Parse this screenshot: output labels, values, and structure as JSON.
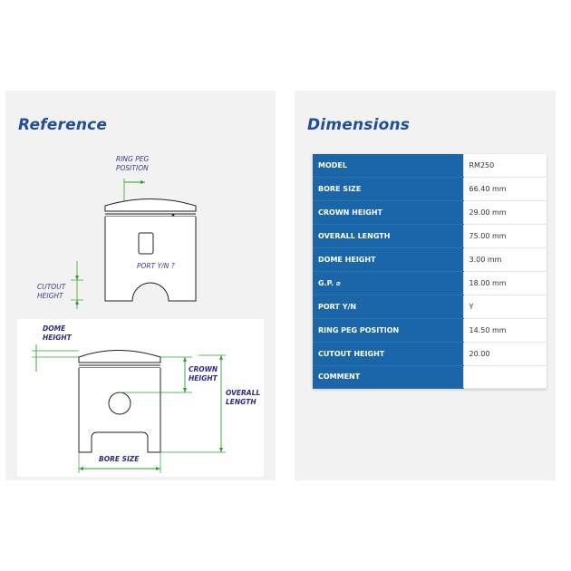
{
  "reference": {
    "title": "Reference",
    "labels": {
      "ring_peg_position_l1": "RING PEG",
      "ring_peg_position_l2": "POSITION",
      "port_yn": "PORT Y/N ?",
      "cutout_height_l1": "CUTOUT",
      "cutout_height_l2": "HEIGHT",
      "dome_height_l1": "DOME",
      "dome_height_l2": "HEIGHT",
      "crown_height_l1": "CROWN",
      "crown_height_l2": "HEIGHT",
      "overall_length_l1": "OVERALL",
      "overall_length_l2": "LENGTH",
      "bore_size": "BORE SIZE"
    }
  },
  "dimensions": {
    "title": "Dimensions",
    "rows": [
      {
        "key": "MODEL",
        "value": "RM250"
      },
      {
        "key": "BORE SIZE",
        "value": "66.40 mm"
      },
      {
        "key": "CROWN HEIGHT",
        "value": "29.00 mm"
      },
      {
        "key": "OVERALL LENGTH",
        "value": "75.00 mm"
      },
      {
        "key": "DOME HEIGHT",
        "value": "3.00 mm"
      },
      {
        "key": "G.P. ⌀",
        "value": "18.00 mm"
      },
      {
        "key": "PORT Y/N",
        "value": "Y"
      },
      {
        "key": "RING PEG POSITION",
        "value": "14.50 mm"
      },
      {
        "key": "CUTOUT HEIGHT",
        "value": "20.00"
      },
      {
        "key": "COMMENT",
        "value": ""
      }
    ]
  },
  "colors": {
    "title": "#1f4e9a",
    "table_key_bg": "#1b66a8",
    "dimension_lines": "#2ea02e",
    "label_text": "#3b3b8f"
  }
}
